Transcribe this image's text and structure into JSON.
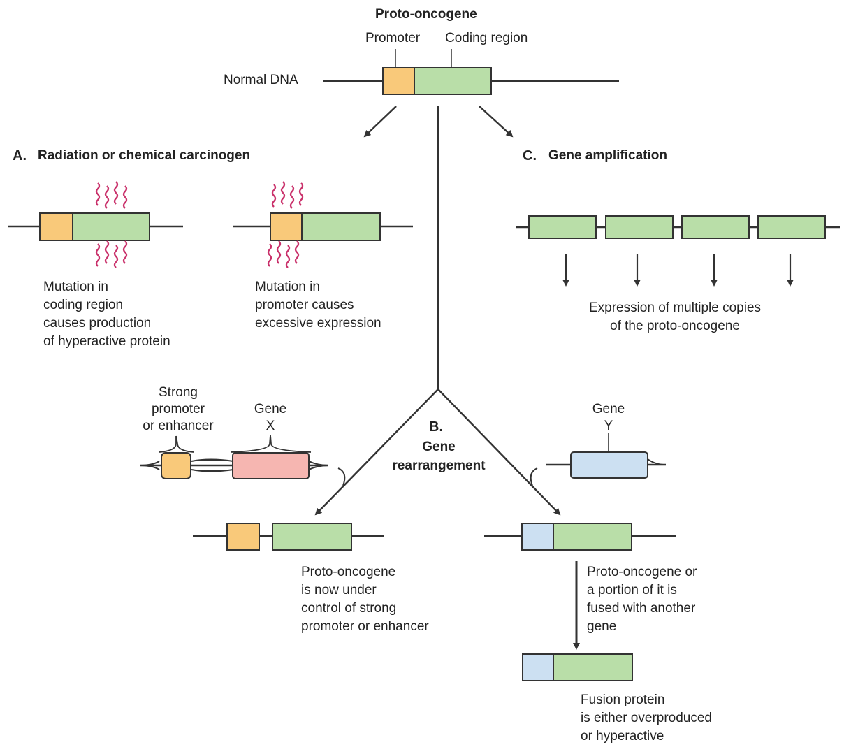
{
  "title": "Proto-oncogene",
  "promoter_label": "Promoter",
  "coding_label": "Coding region",
  "normal_dna_label": "Normal DNA",
  "section_a": {
    "letter": "A.",
    "title": "Radiation or chemical carcinogen",
    "caption_coding": "Mutation in\ncoding region\ncauses production\nof hyperactive protein",
    "caption_promoter": "Mutation in\npromoter causes\nexcessive expression"
  },
  "section_b": {
    "letter": "B.",
    "title": "Gene\nrearrangement",
    "strong_promoter_label": "Strong\npromoter\nor enhancer",
    "gene_x_label": "Gene\nX",
    "gene_y_label": "Gene\nY",
    "caption_left": "Proto-oncogene\n is now under\n control of strong\n promoter or enhancer",
    "caption_right": "Proto-oncogene or\na portion of it is\nfused with another\ngene",
    "caption_fusion": "Fusion protein\nis either overproduced\nor hyperactive"
  },
  "section_c": {
    "letter": "C.",
    "title": "Gene amplification",
    "caption": "Expression of multiple copies\nof the proto-oncogene"
  },
  "colors": {
    "promoter": "#f9c97a",
    "coding": "#b9dea8",
    "gene_x": "#f6b6b1",
    "gene_y": "#cce0f2",
    "mutation": "#c9306a",
    "line": "#333333"
  }
}
